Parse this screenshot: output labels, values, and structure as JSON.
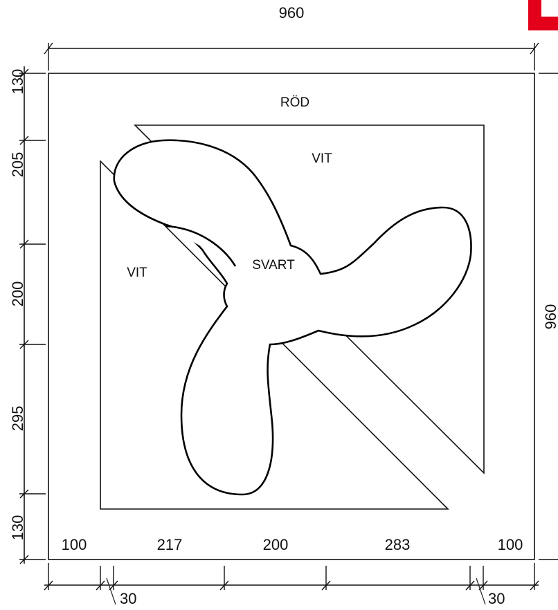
{
  "drawing": {
    "accent_color": "#e2001a",
    "top_dimension": "960",
    "right_dimension": "960",
    "left_dimensions": [
      "130",
      "205",
      "200",
      "295",
      "130"
    ],
    "bottom_dimensions": [
      "100",
      "217",
      "200",
      "283",
      "100"
    ],
    "bottom_small_dimensions": [
      "30",
      "30"
    ],
    "color_labels": {
      "red": "RÖD",
      "white_top": "VIT",
      "white_left": "VIT",
      "black": "SVART"
    }
  }
}
